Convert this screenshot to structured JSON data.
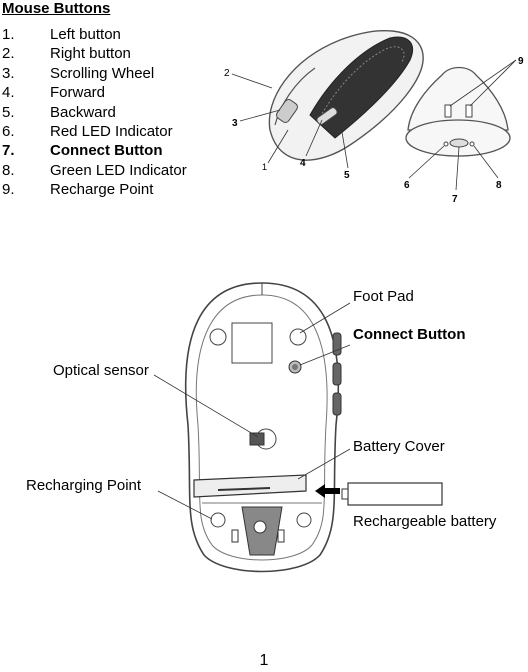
{
  "heading": "Mouse Buttons",
  "buttons": [
    {
      "num": "1.",
      "label": "Left button",
      "bold": false
    },
    {
      "num": "2.",
      "label": "Right button",
      "bold": false
    },
    {
      "num": "3.",
      "label": "Scrolling Wheel",
      "bold": false
    },
    {
      "num": "4.",
      "label": "Forward",
      "bold": false
    },
    {
      "num": "5.",
      "label": "Backward",
      "bold": false
    },
    {
      "num": "6.",
      "label": "Red LED Indicator",
      "bold": false
    },
    {
      "num": "7.",
      "label": "Connect Button",
      "bold": true
    },
    {
      "num": "8.",
      "label": "Green LED Indicator",
      "bold": false
    },
    {
      "num": "9.",
      "label": "Recharge Point",
      "bold": false
    }
  ],
  "top_diagram": {
    "callouts": [
      "2",
      "3",
      "1",
      "4",
      "5",
      "9",
      "6",
      "7",
      "8"
    ]
  },
  "bottom_diagram": {
    "foot_pad": "Foot Pad",
    "connect_button": "Connect Button",
    "optical_sensor": "Optical sensor",
    "battery_cover": "Battery Cover",
    "recharging_point": "Recharging Point",
    "rechargeable_battery": "Rechargeable battery"
  },
  "page_number": "1"
}
